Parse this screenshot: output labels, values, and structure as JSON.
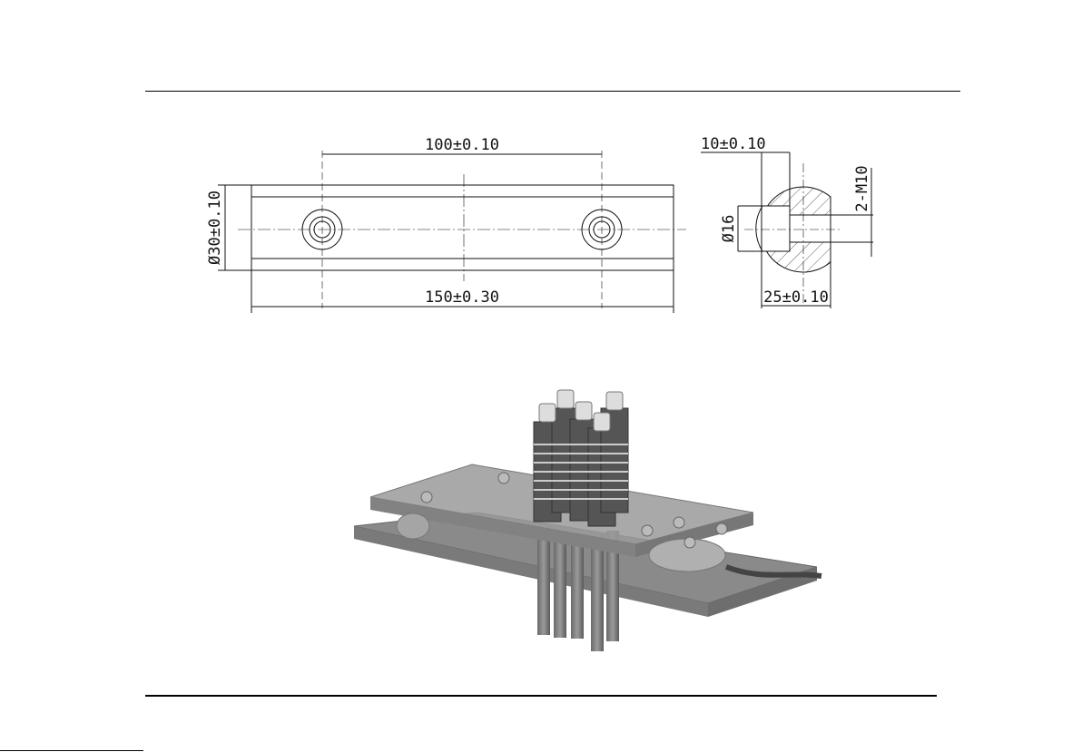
{
  "drawing": {
    "front_view": {
      "hole_spacing": "100±0.10",
      "length": "150±0.30",
      "diameter": "Ø30±0.10"
    },
    "side_view": {
      "flat_offset": "10±0.10",
      "thread": "2-M10",
      "bore": "Ø16",
      "width": "25±0.10"
    }
  }
}
